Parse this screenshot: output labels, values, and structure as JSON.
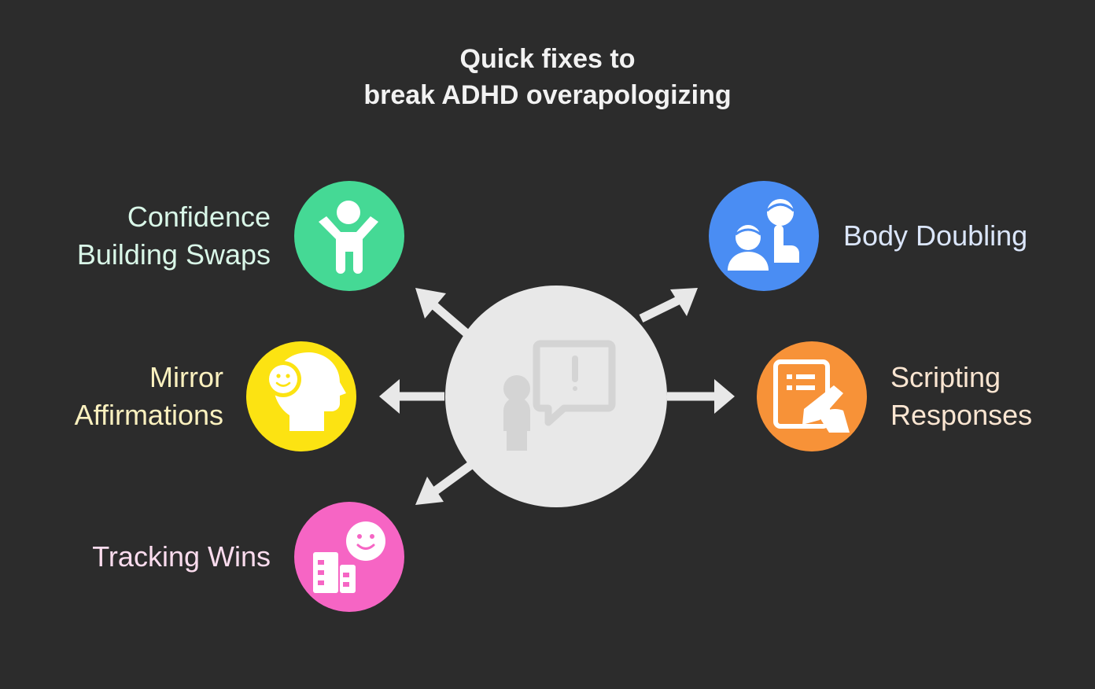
{
  "title": {
    "line1": "Quick fixes to",
    "line2": "break ADHD overapologizing"
  },
  "center": {
    "icon": "person-alert-speech-icon",
    "color": "#e8e8e8"
  },
  "items": [
    {
      "key": "confidence",
      "line1": "Confidence",
      "line2": "Building Swaps",
      "icon": "child-arms-up-icon",
      "color": "#45d995",
      "text_color": "#d9f7e8"
    },
    {
      "key": "mirror",
      "line1": "Mirror",
      "line2": "Affirmations",
      "icon": "smiling-head-profile-icon",
      "color": "#fce312",
      "text_color": "#fbf1bf"
    },
    {
      "key": "tracking",
      "line1": "Tracking Wins",
      "line2": "",
      "icon": "smiley-with-bars-icon",
      "color": "#f665c4",
      "text_color": "#fbdcee"
    },
    {
      "key": "body",
      "line1": "Body Doubling",
      "line2": "",
      "icon": "two-people-icon",
      "color": "#4a8df3",
      "text_color": "#dbe6fb"
    },
    {
      "key": "scripting",
      "line1": "Scripting",
      "line2": "Responses",
      "icon": "hand-writing-list-icon",
      "color": "#f79238",
      "text_color": "#fbe6d2"
    }
  ]
}
